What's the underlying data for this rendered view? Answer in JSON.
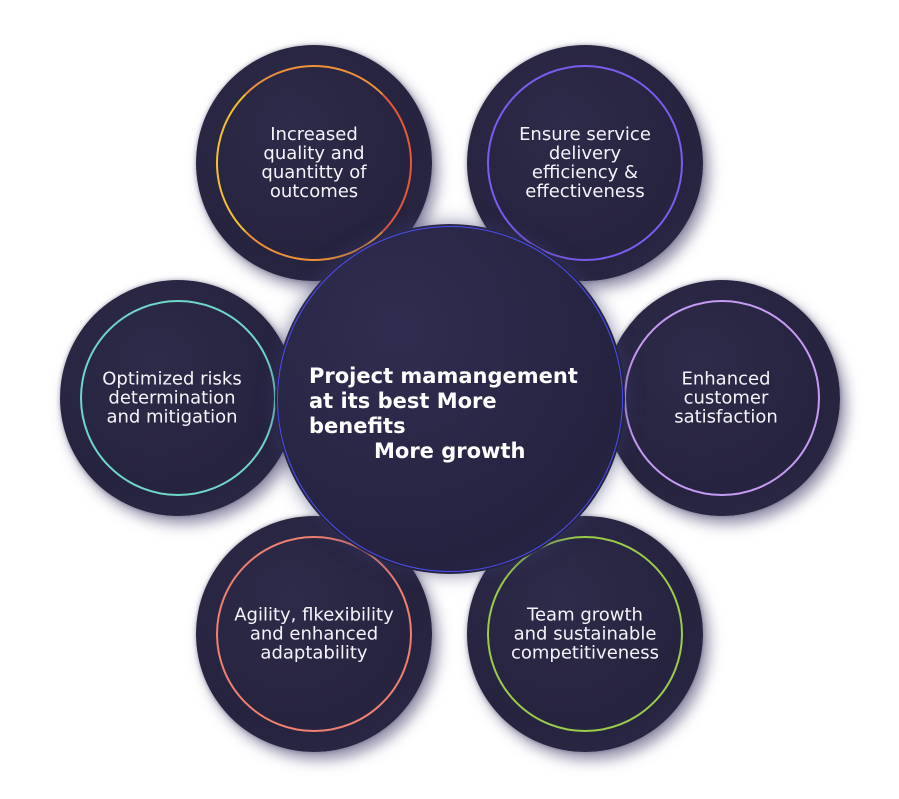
{
  "center": {
    "lines": [
      "Project mamangement",
      "at its best More",
      "benefits",
      "More growth"
    ],
    "ring_color": "#4a4ef2"
  },
  "nodes": [
    {
      "id": "top-left",
      "lines": [
        "Increased",
        "quality and",
        "quantitty of",
        "outcomes"
      ],
      "ring_colors": [
        "#f5c02e",
        "#e8573a"
      ]
    },
    {
      "id": "top-right",
      "lines": [
        "Ensure service",
        "delivery",
        "efficiency &",
        "effectiveness"
      ],
      "ring_colors": [
        "#8a6cf2",
        "#6a3fe0"
      ]
    },
    {
      "id": "left",
      "lines": [
        "Optimized risks",
        "determination",
        "and mitigation"
      ],
      "ring_colors": [
        "#7fe0d0",
        "#5bbfb2"
      ]
    },
    {
      "id": "right",
      "lines": [
        "Enhanced",
        "customer",
        "satisfaction"
      ],
      "ring_colors": [
        "#d6a8f7",
        "#b77ee8"
      ]
    },
    {
      "id": "bottom-left",
      "lines": [
        "Agility, flkexibility",
        "and enhanced",
        "adaptability"
      ],
      "ring_colors": [
        "#f3a095",
        "#e85a48"
      ]
    },
    {
      "id": "bottom-right",
      "lines": [
        "Team growth",
        "and sustainable",
        "competitiveness"
      ],
      "ring_colors": [
        "#b4e04a",
        "#8cc63f"
      ]
    }
  ]
}
